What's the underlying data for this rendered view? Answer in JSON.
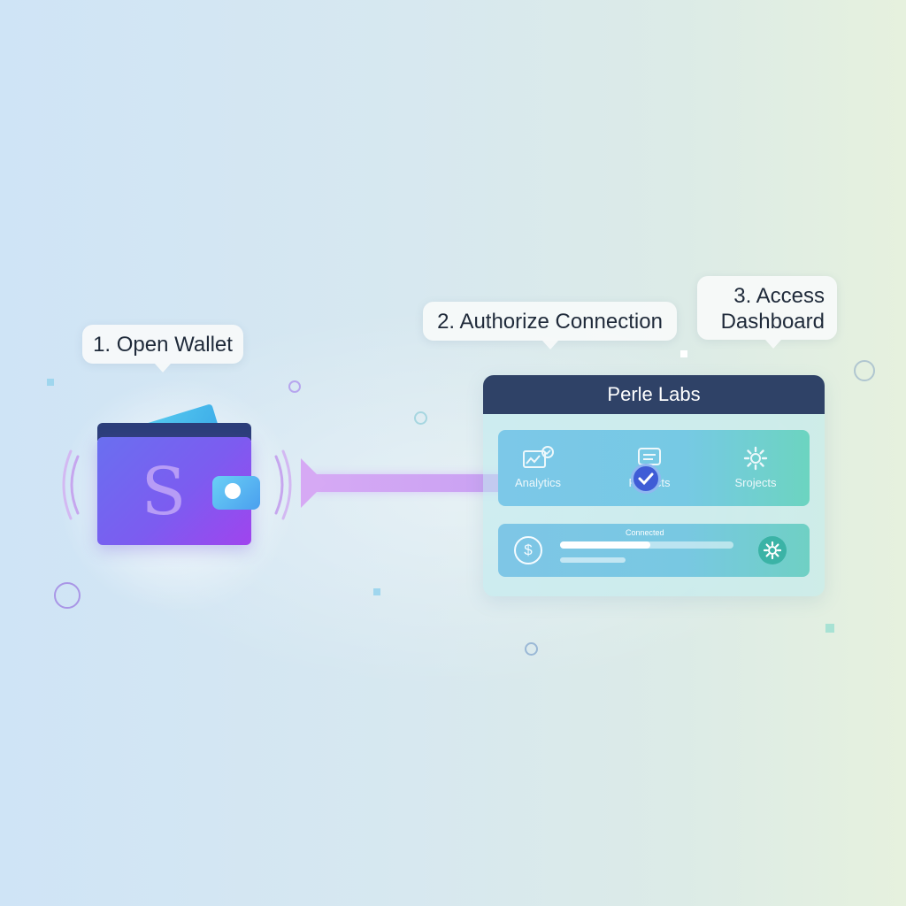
{
  "steps": {
    "step1": "1. Open Wallet",
    "step2": "2. Authorize Connection",
    "step3_line1": "3. Access",
    "step3_line2": "Dashboard"
  },
  "wallet": {
    "symbol": "S",
    "icon": "wallet-icon"
  },
  "dashboard": {
    "title": "Perle Labs",
    "nav": [
      {
        "label": "Analytics",
        "icon": "analytics-icon"
      },
      {
        "label": "Projects",
        "icon": "message-icon"
      },
      {
        "label": "Srojects",
        "icon": "gear-icon"
      }
    ],
    "status": {
      "label": "Connected",
      "progress": 0.52,
      "icon": "dollar-icon"
    }
  },
  "colors": {
    "accent_purple": "#7c5cf0",
    "dashboard_header": "#2f4267",
    "arrow": "#d6a9f4",
    "check_badge": "#3f5cd6"
  }
}
